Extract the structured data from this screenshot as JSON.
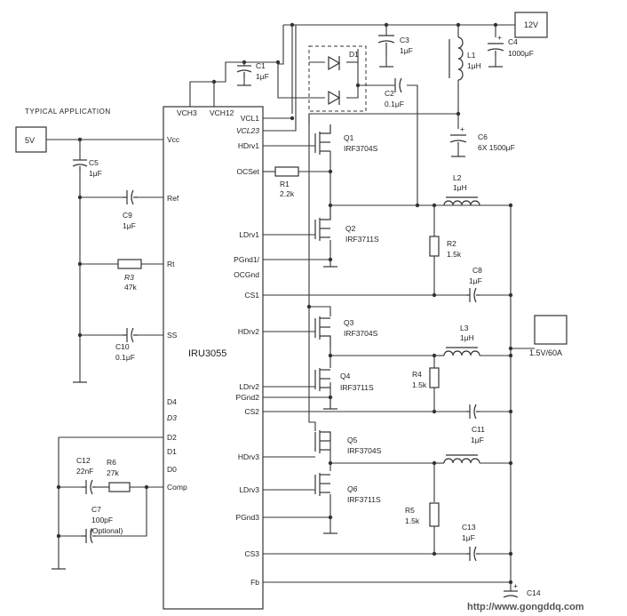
{
  "header": {
    "typical_application": "TYPICAL APPLICATION"
  },
  "ic": {
    "name": "IRU3055",
    "left_pins": {
      "vcc": "Vcc",
      "ref": "Ref",
      "rt": "Rt",
      "ss": "SS",
      "d4": "D4",
      "d3": "D3",
      "d2": "D2",
      "d1": "D1",
      "d0": "D0",
      "comp": "Comp"
    },
    "top_pins": {
      "vch3": "VCH3",
      "vch12": "VCH12"
    },
    "right_pins": {
      "vcl1": "VCL1",
      "vcl23": "VCL23",
      "hdrv1": "HDrv1",
      "ocset": "OCSet",
      "ldrv1": "LDrv1",
      "pgnd1": "PGnd1/",
      "ocgnd": "OCGnd",
      "cs1": "CS1",
      "hdrv2": "HDrv2",
      "ldrv2": "LDrv2",
      "pgnd2": "PGnd2",
      "cs2": "CS2",
      "hdrv3": "HDrv3",
      "ldrv3": "LDrv3",
      "pgnd3": "PGnd3",
      "cs3": "CS3",
      "fb": "Fb"
    }
  },
  "sources": {
    "v5": "5V",
    "v12": "12V",
    "vout": "1.5V/60A"
  },
  "components": {
    "c1": {
      "name": "C1",
      "value": "1μF"
    },
    "c2": {
      "name": "C2",
      "value": "0.1μF"
    },
    "c3": {
      "name": "C3",
      "value": "1μF"
    },
    "c4": {
      "name": "C4",
      "value": "1000μF"
    },
    "c5": {
      "name": "C5",
      "value": "1μF"
    },
    "c6": {
      "name": "C6",
      "value": "6X 1500μF"
    },
    "c7": {
      "name": "C7",
      "value": "100pF",
      "note": "(Optional)"
    },
    "c8": {
      "name": "C8",
      "value": "1μF"
    },
    "c9": {
      "name": "C9",
      "value": "1μF"
    },
    "c10": {
      "name": "C10",
      "value": "0.1μF"
    },
    "c11": {
      "name": "C11",
      "value": "1μF"
    },
    "c12": {
      "name": "C12",
      "value": "22nF"
    },
    "c13": {
      "name": "C13",
      "value": "1μF"
    },
    "c14": {
      "name": "C14"
    },
    "d1": {
      "name": "D1"
    },
    "l1": {
      "name": "L1",
      "value": "1μH"
    },
    "l2": {
      "name": "L2",
      "value": "1μH"
    },
    "l3": {
      "name": "L3",
      "value": "1μH"
    },
    "r1": {
      "name": "R1",
      "value": "2.2k"
    },
    "r2": {
      "name": "R2",
      "value": "1.5k"
    },
    "r3": {
      "name": "R3",
      "value": "47k"
    },
    "r4": {
      "name": "R4",
      "value": "1.5k"
    },
    "r5": {
      "name": "R5",
      "value": "1.5k"
    },
    "r6": {
      "name": "R6",
      "value": "27k"
    },
    "q1": {
      "name": "Q1",
      "part": "IRF3704S"
    },
    "q2": {
      "name": "Q2",
      "part": "IRF3711S"
    },
    "q3": {
      "name": "Q3",
      "part": "IRF3704S"
    },
    "q4": {
      "name": "Q4",
      "part": "IRF3711S"
    },
    "q5": {
      "name": "Q5",
      "part": "IRF3704S"
    },
    "q6": {
      "name": "Q6",
      "part": "IRF3711S"
    }
  },
  "watermark": "http://www.gongddq.com"
}
